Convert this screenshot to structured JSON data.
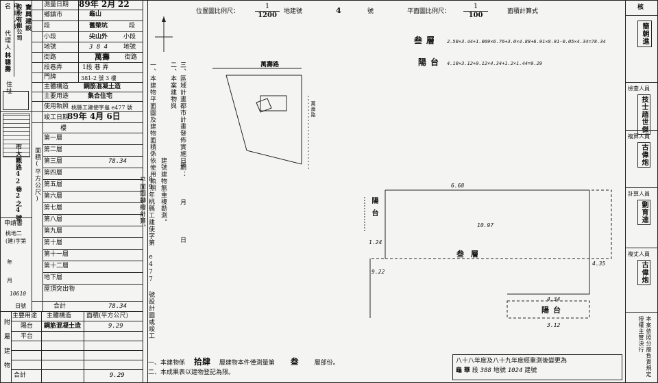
{
  "survey": {
    "date_label": "測量日期",
    "date_year": "89年",
    "date_month": "2月",
    "date_day": "22",
    "township": "龜山",
    "township_label": "鄉鎮市",
    "section_label": "段",
    "section": "舊榮坑",
    "section_suffix": "段",
    "subsection_label": "小段",
    "subsection": "尖山外",
    "subsection_suffix": "小段",
    "lot_label": "地號",
    "lot_no": "3 8 4",
    "lot_suffix": "地號",
    "street_label": "街路",
    "street": "萬壽",
    "street_suffix": "街路",
    "alley_label": "段巷弄",
    "alley": "1段  巷  弄",
    "door_label": "門牌",
    "door": "381-2 號 3 樓",
    "structure_label": "主體構造",
    "structure": "鋼筋混凝土造",
    "use_label": "主要用途",
    "use": "集合住宅",
    "permit_label": "使用執照",
    "permit": "桃縣工建使字龜 e477 號",
    "completion_label": "竣工日期",
    "completion": "89年 4月 6日"
  },
  "applicant": {
    "title": "申請人姓名",
    "name_lines": [
      "寶興建設",
      "股份有限公司"
    ],
    "agent_label": "代理人",
    "agent": "林聰壽",
    "address_label": "住址",
    "address": "市大觀路42巷2之4號",
    "applicant2_label": "申請書",
    "receipt": "桃地二(建)字第",
    "year_label": "年",
    "month_label": "月",
    "doc_no": "10610",
    "no_label": "日號"
  },
  "floor_area": {
    "col_label": "面積(平方公尺)",
    "floors": [
      {
        "label": "第一層",
        "value": ""
      },
      {
        "label": "第二層",
        "value": ""
      },
      {
        "label": "第三層",
        "value": "78.34"
      },
      {
        "label": "第四層",
        "value": ""
      },
      {
        "label": "第五層",
        "value": ""
      },
      {
        "label": "第六層",
        "value": ""
      },
      {
        "label": "第七層",
        "value": ""
      },
      {
        "label": "第八層",
        "value": ""
      },
      {
        "label": "第九層",
        "value": ""
      },
      {
        "label": "第十層",
        "value": ""
      },
      {
        "label": "第十一層",
        "value": ""
      },
      {
        "label": "第十二層",
        "value": ""
      },
      {
        "label": "地下層",
        "value": ""
      },
      {
        "label": "屋頂突出物",
        "value": ""
      }
    ],
    "total_label": "合計",
    "total": "78.34",
    "floor_count_label": "樓"
  },
  "annex": {
    "header_use": "主要用途",
    "header_structure": "主體構造",
    "header_area": "面積(平方公尺)",
    "rows": [
      {
        "use": "陽台",
        "structure": "鋼筋混凝土造",
        "area": "9.29"
      },
      {
        "use": "平台",
        "structure": "",
        "area": ""
      }
    ],
    "total_label": "合計",
    "total": "9.29",
    "side_label": "附屬建物"
  },
  "notes": {
    "col1": "一、本建物平面圖及建物面積係依使用執照",
    "col1b": "建號建物無重複勘測。",
    "col2": "二、本案建物與",
    "col3": "三、區域計畫都市計畫發佈實施日期：",
    "col3b": "年  月  日",
    "col4": "89年桃縣工建使字第 e477 號設計圖或竣工平面圖轉繪計算。",
    "bottom1a": "一、本建物係",
    "bottom1b": "拾肆",
    "bottom1c": "層建物本件僅測量第",
    "bottom1d": "叁",
    "bottom1e": "層部份。",
    "bottom2": "二、本成果表以建物登記為限。"
  },
  "drawing": {
    "location_scale_label": "位置圖比例尺：",
    "location_scale": "1/1200",
    "building_no_label": "地建號",
    "building_no": "4",
    "building_no_suffix": "號",
    "plan_scale_label": "平面圖比例尺：",
    "plan_scale": "1/100",
    "area_calc_label": "面積計算式",
    "calc_floor_label": "叁層",
    "calc_floor": "2.50×3.44+1.069×6.76+3.0×4.88+6.91×8.91-0.05×4.34=78.34",
    "calc_balcony_label": "陽台",
    "calc_balcony": "4.10×3.12+9.12×4.34+1.2×1.44=9.29",
    "road": "萬壽路",
    "road_side": "萬壽路",
    "plan_floor": "叁層",
    "plan_balcony1": "陽台",
    "plan_balcony2": "陽台",
    "dims": [
      "6.68",
      "10.97",
      "1.24",
      "4.34",
      "3.12",
      "4.35",
      "9.22"
    ]
  },
  "stamp": {
    "line1": "八十八年度及八十九年度經重測後變更為",
    "line2a": "龜",
    "line2b": "華",
    "line2c": "段",
    "line2d": "388",
    "line2e": "地號",
    "line2f": "1024",
    "line2g": "建號"
  },
  "signatures": {
    "header": "核",
    "rows": [
      {
        "label": "檢查人員",
        "name": "技士趙世傑"
      },
      {
        "label": "複算人員",
        "name": "古偉炮"
      },
      {
        "label": "計算人員",
        "name": "劉育達"
      },
      {
        "label": "複丈人員",
        "name": "古偉炮"
      }
    ],
    "reviewer": "簡朝進",
    "footnote": "本案依照分層負責規定授權主管決行"
  }
}
